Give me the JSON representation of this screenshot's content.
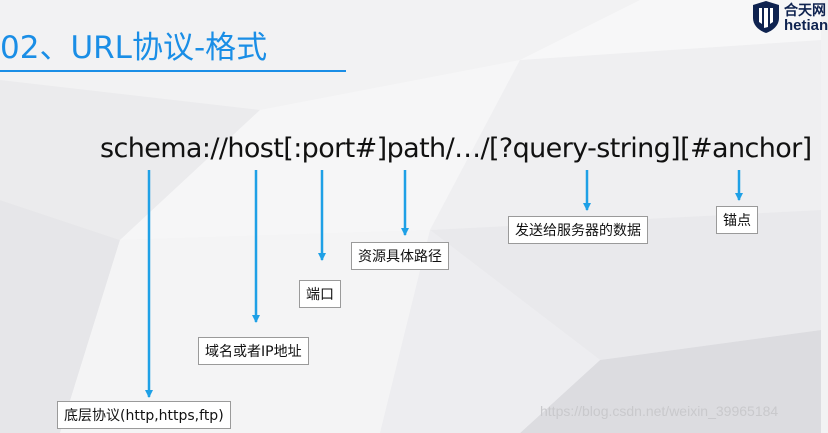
{
  "slide": {
    "title": "02、URL协议-格式",
    "url_format": "schema://host[:port#]path/…/[?query-string][#anchor]"
  },
  "logo": {
    "name_cn": "合天网",
    "name_en": "hetian",
    "icon": "shield-icon"
  },
  "labels": {
    "schema": "底层协议(http,https,ftp)",
    "host": "域名或者IP地址",
    "port": "端口",
    "path": "资源具体路径",
    "query": "发送给服务器的数据",
    "anchor": "锚点"
  },
  "watermark": "https://blog.csdn.net/weixin_39965184",
  "colors": {
    "accent": "#1a8ee6",
    "arrow": "#1ea0e6",
    "logo": "#0f2350"
  }
}
